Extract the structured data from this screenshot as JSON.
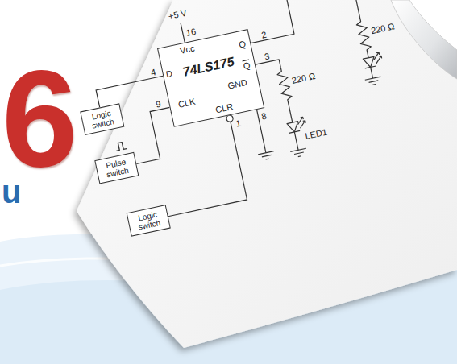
{
  "diagram": {
    "nodes": [
      {
        "text": [
          "74LS175"
        ]
      },
      {
        "text": [
          "Logic switch"
        ]
      },
      {
        "text": [
          "Pulse switch"
        ]
      },
      {
        "text": [
          "Logic switch"
        ]
      }
    ],
    "edges": [
      {
        "from": 1,
        "to": 0,
        "arrow": "none"
      },
      {
        "from": 2,
        "to": 0,
        "arrow": "none"
      },
      {
        "from": 3,
        "to": 0,
        "arrow": "none"
      }
    ],
    "labels": [
      "6",
      "u",
      "+5 V",
      "16",
      "Vcc",
      "2",
      "Q",
      "3",
      "Q",
      "4",
      "D",
      "9",
      "CLK",
      "CLR",
      "1",
      "GND",
      "8",
      "220 Ω",
      "LED1",
      "220 Ω"
    ]
  }
}
